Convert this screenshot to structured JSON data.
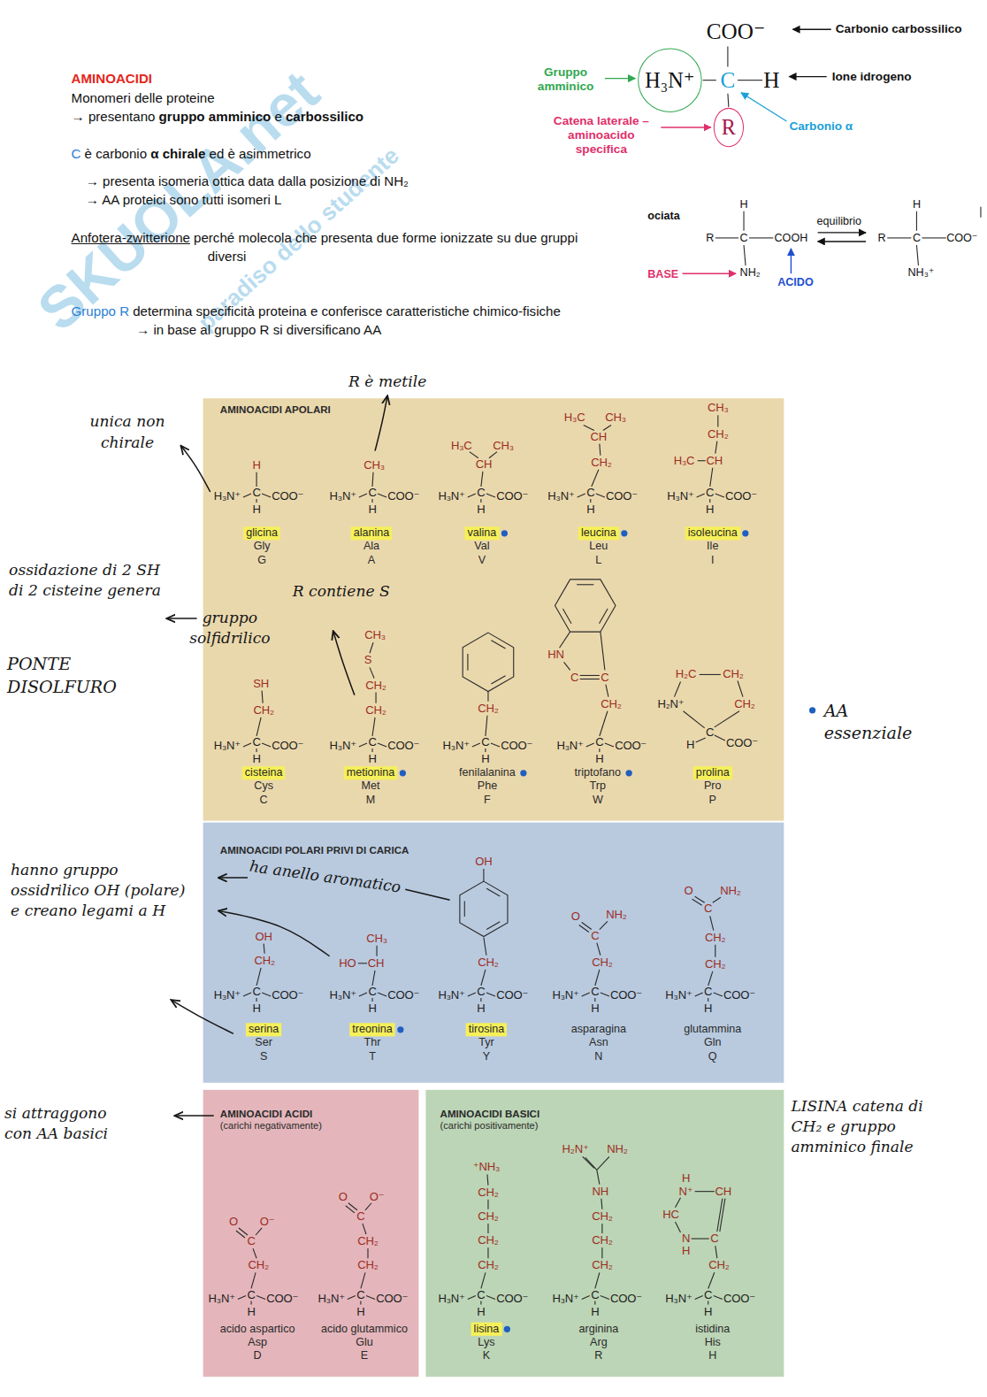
{
  "diagram": {
    "title": "AMINOACIDI",
    "nodes": [
      {
        "text": [
          "H₃N⁺"
        ]
      },
      {
        "text": [
          "R"
        ]
      },
      {
        "text": [
          "AMINOACIDI APOLARI"
        ]
      },
      {
        "text": [
          "glicina",
          "Gly",
          "G"
        ],
        "in": 2
      },
      {
        "text": [
          "alanina",
          "Ala",
          "A"
        ],
        "in": 2
      },
      {
        "text": [
          "valina",
          "Val",
          "V"
        ],
        "in": 2
      },
      {
        "text": [
          "leucina",
          "Leu",
          "L"
        ],
        "in": 2
      },
      {
        "text": [
          "isoleucina",
          "Ile",
          "I"
        ],
        "in": 2
      },
      {
        "text": [
          "cisteina",
          "Cys",
          "C"
        ],
        "in": 2
      },
      {
        "text": [
          "metionina",
          "Met",
          "M"
        ],
        "in": 2
      },
      {
        "text": [
          "fenilalanina",
          "Phe",
          "F"
        ],
        "in": 2
      },
      {
        "text": [
          "triptofano",
          "Trp",
          "W"
        ],
        "in": 2
      },
      {
        "text": [
          "prolina",
          "Pro",
          "P"
        ],
        "in": 2
      },
      {
        "text": [
          "AMINOACIDI POLARI PRIVI DI CARICA"
        ]
      },
      {
        "text": [
          "serina",
          "Ser",
          "S"
        ],
        "in": 13
      },
      {
        "text": [
          "treonina",
          "Thr",
          "T"
        ],
        "in": 13
      },
      {
        "text": [
          "tirosina",
          "Tyr",
          "Y"
        ],
        "in": 13
      },
      {
        "text": [
          "asparagina",
          "Asn",
          "N"
        ],
        "in": 13
      },
      {
        "text": [
          "glutammina",
          "Gln",
          "Q"
        ],
        "in": 13
      },
      {
        "text": [
          "AMINOACIDI ACIDI",
          "(carichi negativamente)"
        ]
      },
      {
        "text": [
          "acido aspartico",
          "Asp",
          "D"
        ],
        "in": 19
      },
      {
        "text": [
          "acido glutammico",
          "Glu",
          "E"
        ],
        "in": 19
      },
      {
        "text": [
          "AMINOACIDI BASICI",
          "(carichi positivamente)"
        ]
      },
      {
        "text": [
          "lisina",
          "Lys",
          "K"
        ],
        "in": 22
      },
      {
        "text": [
          "arginina",
          "Arg",
          "R"
        ],
        "in": 22
      },
      {
        "text": [
          "istidina",
          "His",
          "H"
        ],
        "in": 22
      }
    ],
    "labels": [
      "Monomeri delle proteine",
      "→ presentano",
      "gruppo amminico",
      "e",
      "carbossilico",
      "C",
      "è carbonio",
      "α chirale",
      "ed è asimmetrico",
      "→ presenta isomeria ottica data dalla posizione di NH₂",
      "→ AA proteici sono tutti isomeri L",
      "Anfotera-zwitterione",
      "perché molecola che presenta due forme ionizzate su due gruppi diversi",
      "Gruppo R",
      "determina specificità proteina e conferisce caratteristiche chimico-fisiche",
      "→ in base al gruppo R si diversificano AA",
      "COO⁻",
      "Carbonio carbossilico",
      "C",
      "H",
      "Ione idrogeno",
      "Gruppo amminico",
      "Catena laterale – aminoacido specifica",
      "Carbonio α",
      "ociata",
      "H",
      "R",
      "C",
      "COOH",
      "NH₂",
      "equilibrio",
      "BASE",
      "ACIDO",
      "H",
      "R",
      "C",
      "COO⁻",
      "NH₃⁺",
      "SKUOLA.net",
      "paradiso dello studente",
      "R è metile",
      "unica non chirale",
      "ossidazione di 2 SH di 2 cisteine genera",
      "PONTE DISOLFURO",
      "gruppo solfidrilico",
      "R contiene S",
      "AA essenziale",
      "ha anello aromatico",
      "hanno gruppo ossidrilico OH (polare) e creano legami a H",
      "si attraggono con AA basici",
      "LISINA catena di CH₂ e gruppo amminico finale",
      "H₃N⁺",
      "C",
      "COO⁻",
      "H",
      "H",
      "H₃N⁺",
      "C",
      "COO⁻",
      "H",
      "CH₃",
      "H₃N⁺",
      "C",
      "COO⁻",
      "H",
      "CH",
      "H₃C",
      "CH₃",
      "H₃N⁺",
      "C",
      "COO⁻",
      "H",
      "CH₂",
      "CH",
      "H₃C",
      "CH₃",
      "H₃N⁺",
      "C",
      "COO⁻",
      "H",
      "CH",
      "H₃C",
      "CH₂",
      "CH₃",
      "H₃N⁺",
      "C",
      "COO⁻",
      "H",
      "CH₂",
      "SH",
      "H₃N⁺",
      "C",
      "COO⁻",
      "H",
      "CH₂",
      "CH₂",
      "S",
      "CH₃",
      "H₃N⁺",
      "C",
      "COO⁻",
      "H",
      "CH₂",
      "H₃N⁺",
      "C",
      "COO⁻",
      "H",
      "CH₂",
      "C",
      "C",
      "HN",
      "H₂N⁺",
      "C",
      "COO⁻",
      "H",
      "H₂C",
      "CH₂",
      "CH₂",
      "H₃N⁺",
      "C",
      "COO⁻",
      "H",
      "CH₂",
      "OH",
      "H₃N⁺",
      "C",
      "COO⁻",
      "H",
      "CH",
      "HO",
      "CH₃",
      "H₃N⁺",
      "C",
      "COO⁻",
      "H",
      "CH₂",
      "OH",
      "H₃N⁺",
      "C",
      "COO⁻",
      "H",
      "CH₂",
      "C",
      "O",
      "NH₂",
      "H₃N⁺",
      "C",
      "COO⁻",
      "H",
      "CH₂",
      "CH₂",
      "C",
      "O",
      "NH₂",
      "H₃N⁺",
      "C",
      "COO⁻",
      "H",
      "CH₂",
      "C",
      "O",
      "O⁻",
      "H₃N⁺",
      "C",
      "COO⁻",
      "H",
      "CH₂",
      "CH₂",
      "C",
      "O",
      "O⁻",
      "H₃N⁺",
      "C",
      "COO⁻",
      "H",
      "CH₂",
      "CH₂",
      "CH₂",
      "CH₂",
      "⁺NH₃",
      "H₃N⁺",
      "C",
      "COO⁻",
      "H",
      "CH₂",
      "CH₂",
      "CH₂",
      "NH",
      "H₂N⁺",
      "NH₂",
      "H₃N⁺",
      "C",
      "COO⁻",
      "H",
      "CH₂",
      "C",
      "N",
      "H",
      "HC",
      "N⁺",
      "CH",
      "H"
    ]
  }
}
